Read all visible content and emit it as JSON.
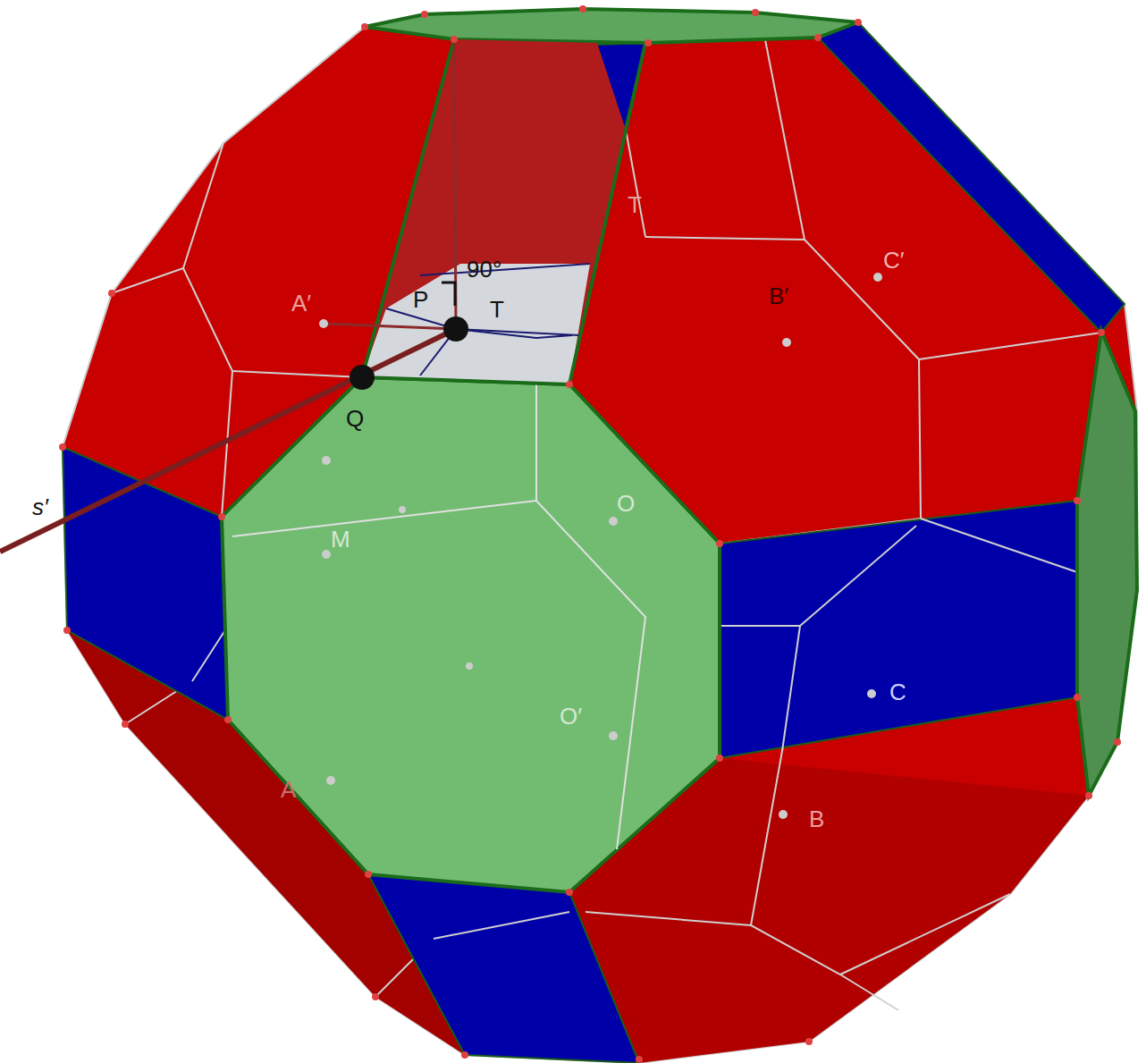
{
  "diagram": {
    "labels": [
      "A′",
      "B′",
      "C′",
      "P",
      "T",
      "90°",
      "Q",
      "s′",
      "M",
      "O",
      "O′",
      "C",
      "B",
      "A",
      "T"
    ]
  }
}
